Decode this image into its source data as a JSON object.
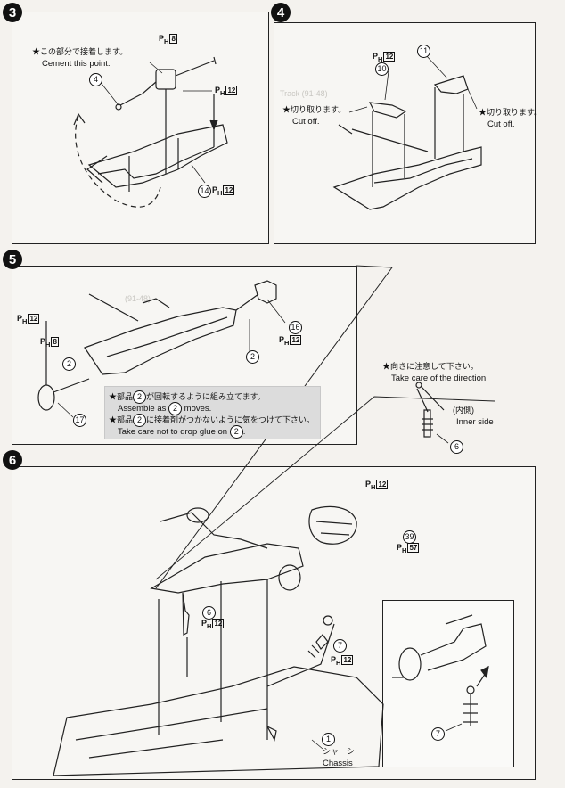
{
  "steps": {
    "s3": {
      "number": "3",
      "note_jp": "★この部分で接着します。",
      "note_en": "Cement this point.",
      "parts": [
        {
          "num": "4"
        },
        {
          "num": "14"
        }
      ],
      "pcodes": [
        {
          "prefix": "P",
          "sub": "H",
          "code": "8"
        },
        {
          "prefix": "P",
          "sub": "H",
          "code": "12"
        },
        {
          "prefix": "P",
          "sub": "H",
          "code": "12"
        }
      ]
    },
    "s4": {
      "number": "4",
      "cut_jp": "★切り取ります。",
      "cut_en": "Cut off.",
      "cut2_jp": "★切り取ります。",
      "cut2_en": "Cut off.",
      "parts": [
        {
          "num": "10"
        },
        {
          "num": "11"
        }
      ],
      "pcodes": [
        {
          "prefix": "P",
          "sub": "H",
          "code": "12"
        }
      ]
    },
    "s5": {
      "number": "5",
      "parts": [
        {
          "num": "2"
        },
        {
          "num": "2"
        },
        {
          "num": "16"
        },
        {
          "num": "17"
        }
      ],
      "pcodes": [
        {
          "prefix": "P",
          "sub": "H",
          "code": "12"
        },
        {
          "prefix": "P",
          "sub": "H",
          "code": "8"
        },
        {
          "prefix": "P",
          "sub": "H",
          "code": "12"
        }
      ],
      "note_line1_jp_a": "★部品",
      "note_line1_num": "2",
      "note_line1_jp_b": "が回転するように組み立てます。",
      "note_line2_en_a": "Assemble as",
      "note_line2_num": "2",
      "note_line2_en_b": "moves.",
      "note_line3_jp_a": "★部品",
      "note_line3_num": "2",
      "note_line3_jp_b": "に接着剤がつかないように気をつけて下さい。",
      "note_line4_en_a": "Take care not to drop glue on",
      "note_line4_num": "2",
      "note_line4_en_b": "."
    },
    "s6": {
      "number": "6",
      "dir_jp": "★向きに注意して下さい。",
      "dir_en": "Take care of the direction.",
      "inner_jp": "(内側)",
      "inner_en": "Inner side",
      "parts": [
        {
          "num": "6"
        },
        {
          "num": "6"
        },
        {
          "num": "7"
        },
        {
          "num": "39"
        },
        {
          "num": "1"
        },
        {
          "num": "7"
        }
      ],
      "pcodes": [
        {
          "prefix": "P",
          "sub": "H",
          "code": "12"
        },
        {
          "prefix": "P",
          "sub": "H",
          "code": "57"
        },
        {
          "prefix": "P",
          "sub": "H",
          "code": "12"
        },
        {
          "prefix": "P",
          "sub": "H",
          "code": "12"
        }
      ],
      "chassis_jp": "シャーシ",
      "chassis_en": "Chassis"
    }
  },
  "background": {
    "ghost_a": "Track (91-48)",
    "ghost_b": "(91-48)"
  }
}
